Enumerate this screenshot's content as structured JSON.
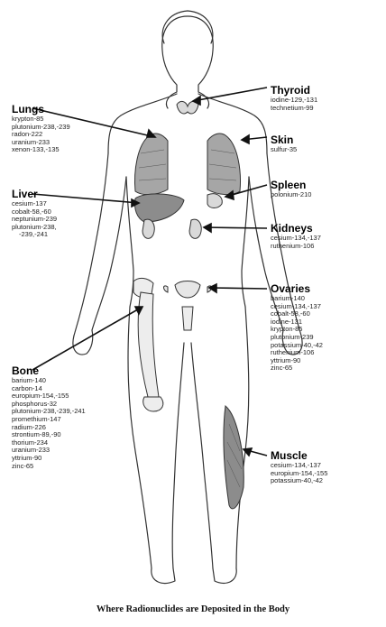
{
  "caption": "Where Radionuclides are Deposited in the Body",
  "colors": {
    "line": "#222222",
    "organ_shading": "#8c8c8c",
    "organ_light": "#bdbdbd",
    "background": "#ffffff"
  },
  "organs": {
    "thyroid": {
      "title": "Thyroid",
      "isotopes": [
        "iodine-129,-131",
        "technetium-99"
      ]
    },
    "skin": {
      "title": "Skin",
      "isotopes": [
        "sulfur-35"
      ]
    },
    "spleen": {
      "title": "Spleen",
      "isotopes": [
        "polonium-210"
      ]
    },
    "kidneys": {
      "title": "Kidneys",
      "isotopes": [
        "cesium-134,-137",
        "ruthenium-106"
      ]
    },
    "ovaries": {
      "title": "Ovaries",
      "isotopes": [
        "barium-140",
        "cesium-134,-137",
        "cobalt-58,-60",
        "iodine-131",
        "krypton-85",
        "plutonium-239",
        "potassium-40,-42",
        "ruthenium-106",
        "yttrium-90",
        "zinc-65"
      ]
    },
    "muscle": {
      "title": "Muscle",
      "isotopes": [
        "cesium-134,-137",
        "europium-154,-155",
        "potassium-40,-42"
      ]
    },
    "lungs": {
      "title": "Lungs",
      "isotopes": [
        "krypton-85",
        "plutonium-238,-239",
        "radon-222",
        "uranium-233",
        "xenon-133,-135"
      ]
    },
    "liver": {
      "title": "Liver",
      "isotopes": [
        "cesium-137",
        "cobalt-58,-60",
        "neptunium-239",
        "plutonium-238,",
        "-239,-241"
      ]
    },
    "bone": {
      "title": "Bone",
      "isotopes": [
        "barium-140",
        "carbon-14",
        "europium-154,-155",
        "phosphorus-32",
        "plutonium-238,-239,-241",
        "promethium-147",
        "radium-226",
        "strontium-89,-90",
        "thorium-234",
        "uranium-233",
        "yttrium-90",
        "zinc-65"
      ]
    }
  }
}
